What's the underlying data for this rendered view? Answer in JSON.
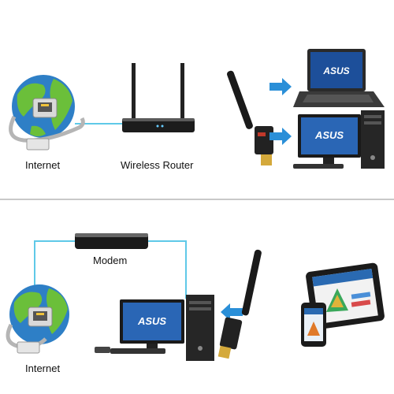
{
  "top_panel": {
    "internet_label": "Internet",
    "router_label": "Wireless Router",
    "laptop_brand": "ASUS",
    "monitor_brand": "ASUS"
  },
  "bottom_panel": {
    "modem_label": "Modem",
    "internet_label": "Internet",
    "monitor_brand": "ASUS"
  },
  "colors": {
    "link_line": "#5fc9e8",
    "arrow": "#2a8fd8",
    "globe_land": "#6bbf3a",
    "globe_sea": "#2e7fc6"
  }
}
